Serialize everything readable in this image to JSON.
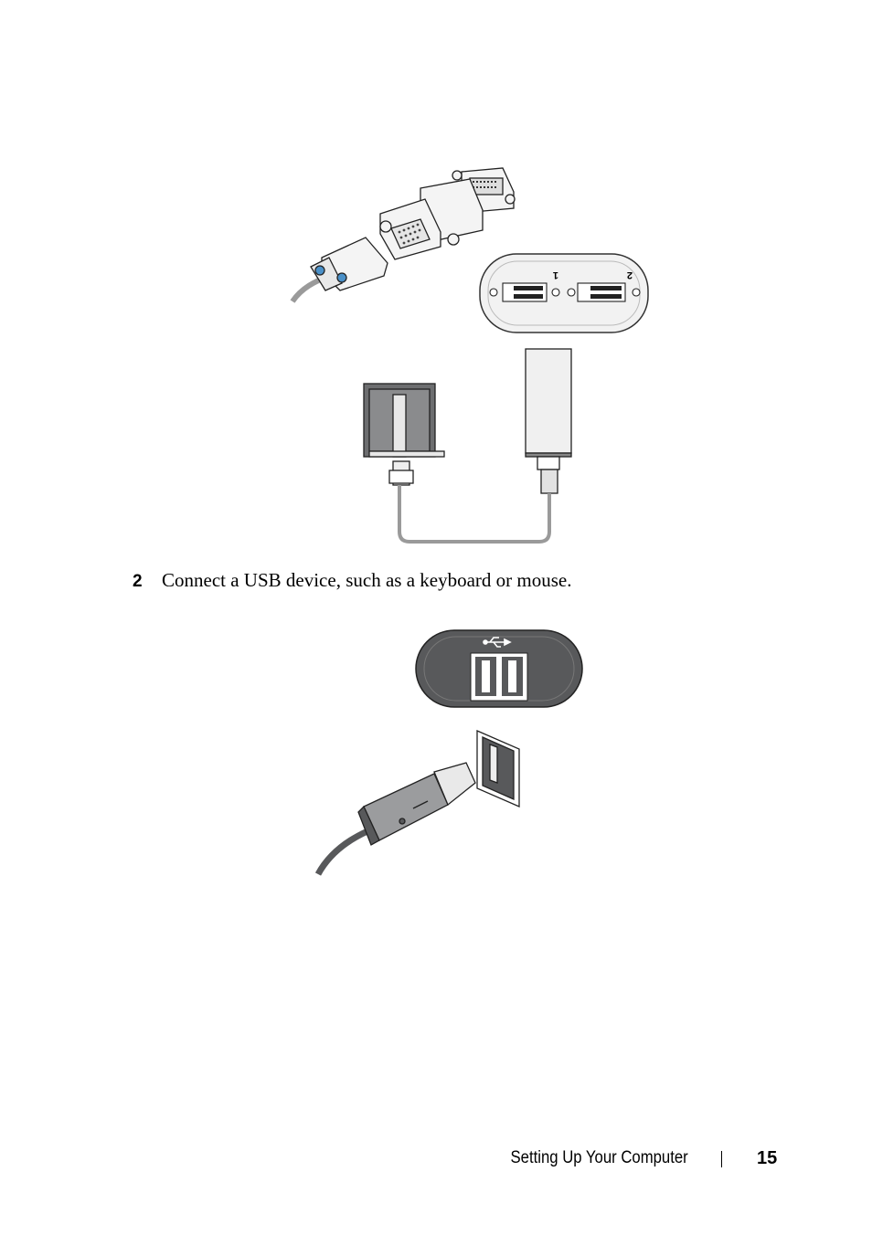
{
  "step": {
    "number": "2",
    "text": "Connect a USB device, such as a keyboard or mouse."
  },
  "diagram_labels": {
    "port_1": "1",
    "port_2": "2"
  },
  "footer": {
    "section": "Setting Up Your Computer",
    "page_number": "15"
  },
  "icons": [
    "dvi-to-vga-adapter-icon",
    "vga-cable-plug-icon",
    "dual-dvi-ports-icon",
    "monitor-rear-icon",
    "computer-tower-icon",
    "usb-ports-icon",
    "usb-plug-icon",
    "usb-symbol-icon"
  ],
  "colors": {
    "text": "#000000",
    "panel_dark": "#58595b",
    "panel_light": "#f2f2f2",
    "cable": "#9a9a9a",
    "port_blue": "#4a90c8"
  }
}
